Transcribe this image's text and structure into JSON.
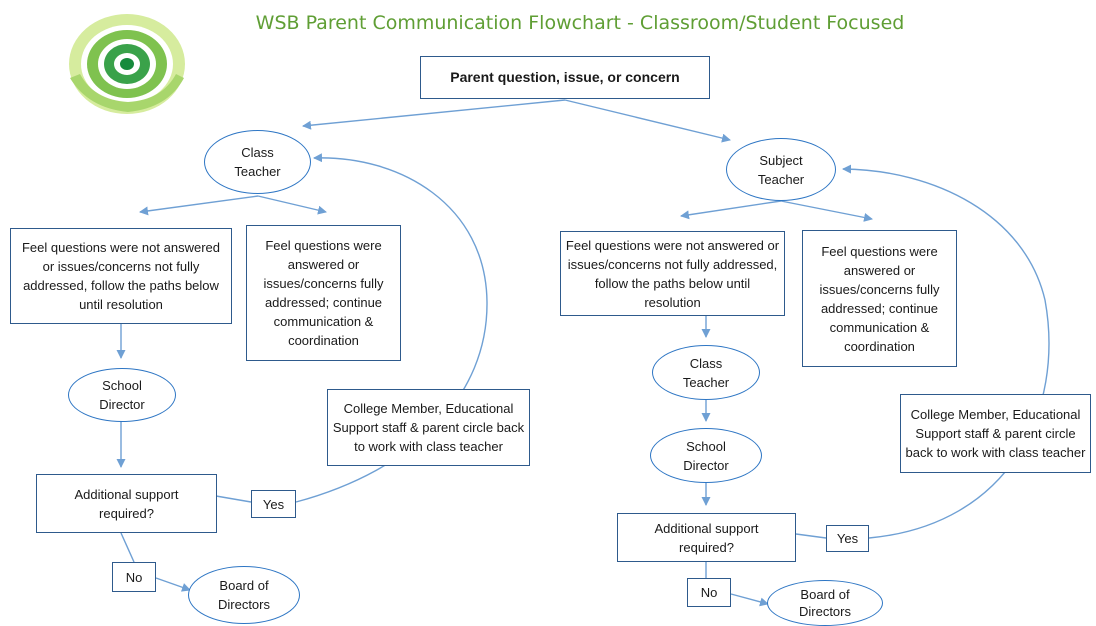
{
  "title": "WSB Parent Communication Flowchart - Classroom/Student Focused",
  "colors": {
    "title": "#5f9e34",
    "arrow": "#6fa0d4",
    "ellipse_border": "#2e76c4",
    "box_border": "#2e5a8c"
  },
  "logo": {
    "icon": "green-spiral-logo"
  },
  "top": {
    "label": "Parent question, issue, or concern"
  },
  "left": {
    "teacher": "Class Teacher",
    "not_addressed": "Feel questions were not answered or issues/concerns not fully addressed, follow the paths below until resolution",
    "addressed": "Feel questions were answered or issues/concerns fully addressed; continue communication & coordination",
    "director": "School Director",
    "support": "Additional support required?",
    "yes": "Yes",
    "no": "No",
    "circle_back": "College Member, Educational Support staff & parent circle back to work with class teacher",
    "board": "Board of Directors"
  },
  "right": {
    "teacher": "Subject Teacher",
    "not_addressed": "Feel questions were not answered or issues/concerns not fully addressed, follow the paths below until resolution",
    "addressed": "Feel questions were answered or issues/concerns fully addressed; continue communication & coordination",
    "class_teacher": "Class Teacher",
    "director": "School Director",
    "support": "Additional support required?",
    "yes": "Yes",
    "no": "No",
    "circle_back": "College Member, Educational Support staff & parent circle back to work with class teacher",
    "board": "Board of Directors"
  }
}
